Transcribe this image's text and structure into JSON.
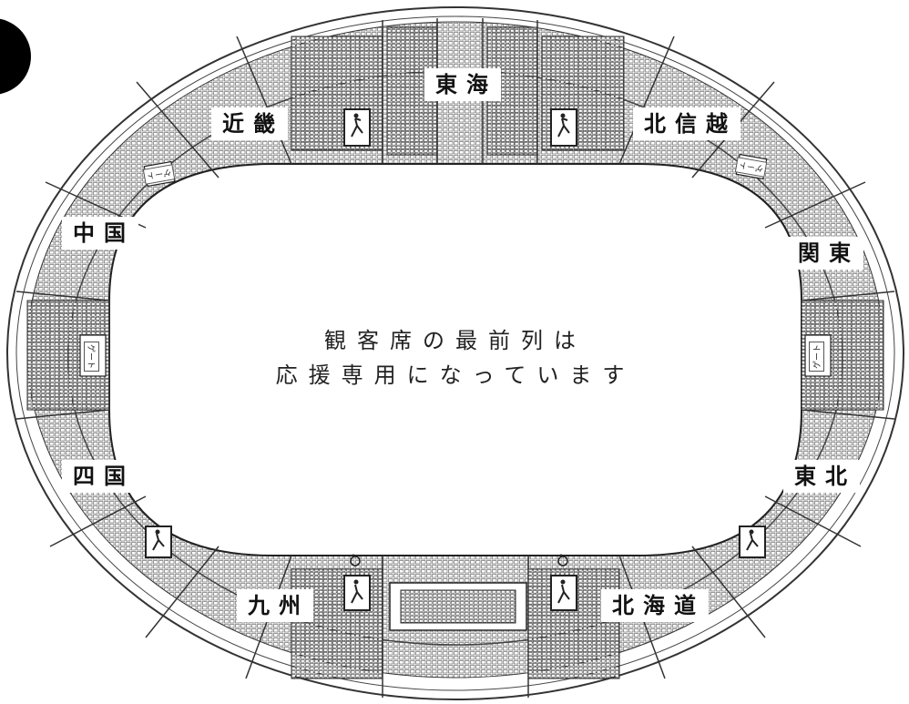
{
  "regions": {
    "tokai": "東海",
    "kinki": "近畿",
    "hokushinetsu": "北信越",
    "chugoku": "中国",
    "kanto": "関東",
    "shikoku": "四国",
    "tohoku": "東北",
    "kyushu": "九州",
    "hokkaido": "北海道"
  },
  "notice": {
    "line1": "観客席の最前列は",
    "line2": "応援専用になっています"
  },
  "gates": {
    "left": "ゲート",
    "right": "ゲート",
    "upper_left": "ゲート",
    "upper_right": "ゲート"
  },
  "colors": {
    "line": "#333333",
    "seat_fill": "#6a6a6a",
    "background": "#ffffff"
  },
  "icons": [
    "wheelchair-icon",
    "emergency-exit-icon"
  ]
}
